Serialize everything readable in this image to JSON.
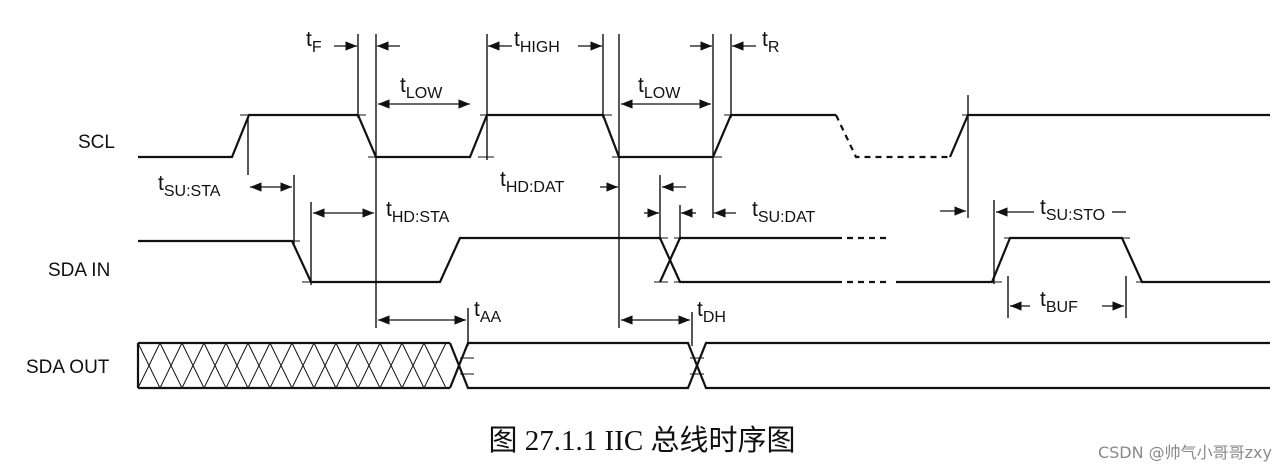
{
  "signals": {
    "scl": "SCL",
    "sda_in": "SDA IN",
    "sda_out": "SDA OUT"
  },
  "timing": {
    "tf": {
      "main": "t",
      "sub": "F"
    },
    "tlow1": {
      "main": "t",
      "sub": "LOW"
    },
    "thigh": {
      "main": "t",
      "sub": "HIGH"
    },
    "tlow2": {
      "main": "t",
      "sub": "LOW"
    },
    "tr": {
      "main": "t",
      "sub": "R"
    },
    "tsusta": {
      "main": "t",
      "sub": "SU:STA"
    },
    "thdsta": {
      "main": "t",
      "sub": "HD:STA"
    },
    "thddat": {
      "main": "t",
      "sub": "HD:DAT"
    },
    "tsudat": {
      "main": "t",
      "sub": "SU:DAT"
    },
    "tsusto": {
      "main": "t",
      "sub": "SU:STO"
    },
    "tbuf": {
      "main": "t",
      "sub": "BUF"
    },
    "taa": {
      "main": "t",
      "sub": "AA"
    },
    "tdh": {
      "main": "t",
      "sub": "DH"
    }
  },
  "caption": "图 27.1.1 IIC 总线时序图",
  "watermark": "CSDN @帅气小哥哥zxy"
}
